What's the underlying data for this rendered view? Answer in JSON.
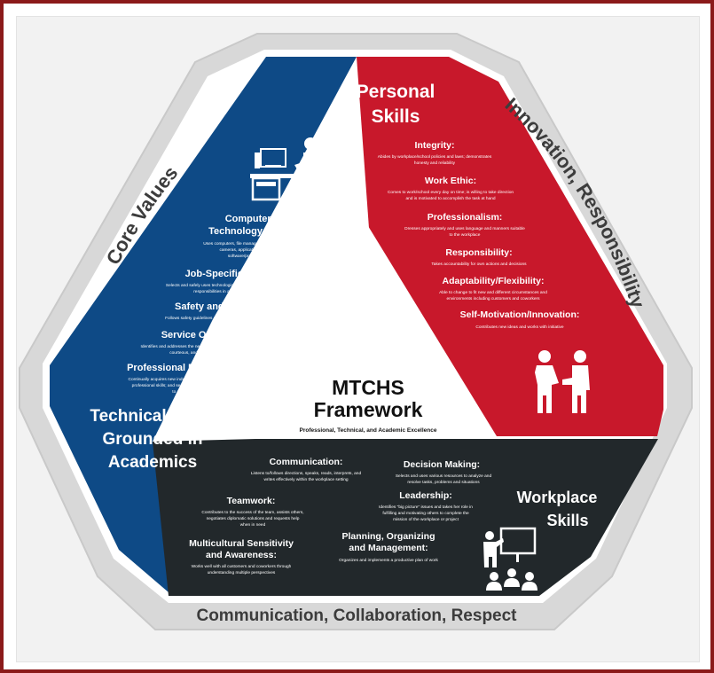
{
  "center": {
    "title_line1": "MTCHS",
    "title_line2": "Framework",
    "subtitle": "Professional, Technical, and Academic Excellence"
  },
  "ring": {
    "left": "Core Values",
    "right": "Innovation, Responsibility",
    "bottom": "Communication, Collaboration, Respect"
  },
  "personal": {
    "title_line1": "Personal",
    "title_line2": "Skills",
    "items": [
      {
        "heading": "Integrity:",
        "desc": [
          "Abides by workplace/school policies and laws; demonstrates",
          "honesty and reliability"
        ]
      },
      {
        "heading": "Work Ethic:",
        "desc": [
          "Comes to work/school every day on time; is willing to take direction",
          "and is motivated to accomplish the task at hand"
        ]
      },
      {
        "heading": "Professionalism:",
        "desc": [
          "Dresses appropriately and uses language and manners suitable",
          "to the workplace"
        ]
      },
      {
        "heading": "Responsibility:",
        "desc": [
          "Takes accountability for own actions and decisions"
        ]
      },
      {
        "heading": "Adaptability/Flexibility:",
        "desc": [
          "Able to change to fit new and different circumstances and",
          "environments including customers and coworkers"
        ]
      },
      {
        "heading": "Self-Motivation/Innovation:",
        "desc": [
          "Contributes new ideas and works with initiative"
        ]
      }
    ]
  },
  "technical": {
    "title_line1": "Technical Skills",
    "title_line2": "Grounded in",
    "title_line3": "Academics",
    "items": [
      {
        "heading": [
          "Computer and",
          "Technology Literacy:"
        ],
        "desc": [
          "Uses computers, file management techniques, devices,",
          "cameras, applications the internet and",
          "software/programs effectively"
        ]
      },
      {
        "heading": [
          "Job-Specific Skills:"
        ],
        "desc": [
          "Selects and safely uses technological resources to accomplish work",
          "responsibilities in a productive manner"
        ]
      },
      {
        "heading": [
          "Safety and Health:"
        ],
        "desc": [
          "Follows safety guidelines and manages personal health"
        ]
      },
      {
        "heading": [
          "Service Orientation:"
        ],
        "desc": [
          "Identifies and addresses the needs of all customers; provides helpful,",
          "courteous, and knowledgeable service"
        ]
      },
      {
        "heading": [
          "Professional Development:"
        ],
        "desc": [
          "Continually acquires new industry-related information; improves",
          "professional skills; and seeks promotion including preparing",
          "to apply for a job"
        ]
      }
    ]
  },
  "workplace": {
    "title_line1": "Workplace",
    "title_line2": "Skills",
    "items": [
      {
        "heading": [
          "Communication:"
        ],
        "desc": [
          "Listens to/follows directions, speaks, reads, interprets, and",
          "writes effectively within the workplace setting"
        ]
      },
      {
        "heading": [
          "Teamwork:"
        ],
        "desc": [
          "Contributes to the success of the team, assists others,",
          "negotiates diplomatic solutions and requests help",
          "when in need"
        ]
      },
      {
        "heading": [
          "Multicultural Sensitivity",
          "and Awareness:"
        ],
        "desc": [
          "Works well with all customers and coworkers through",
          "understanding multiple perspectives"
        ]
      },
      {
        "heading": [
          "Decision Making:"
        ],
        "desc": [
          "Selects and uses various resources to analyze and",
          "resolve tasks, problems and situations"
        ]
      },
      {
        "heading": [
          "Leadership:"
        ],
        "desc": [
          "Identifies \"big picture\" issues and takes her role in",
          "fulfilling and motivating others to complete the",
          "mission of the workplace or project"
        ]
      },
      {
        "heading": [
          "Planning, Organizing",
          "and Management:"
        ],
        "desc": [
          "Organizes and implements a productive plan of work"
        ]
      }
    ]
  },
  "icons": [
    "computer-desk-icon",
    "handshake-icon",
    "presentation-icon"
  ],
  "colors": {
    "frame": "#8b1a1a",
    "personal": "#c8182b",
    "technical": "#0e4a86",
    "workplace": "#22282b",
    "ring": "#d9d9d9",
    "ring_text": "#3c3c3c"
  }
}
